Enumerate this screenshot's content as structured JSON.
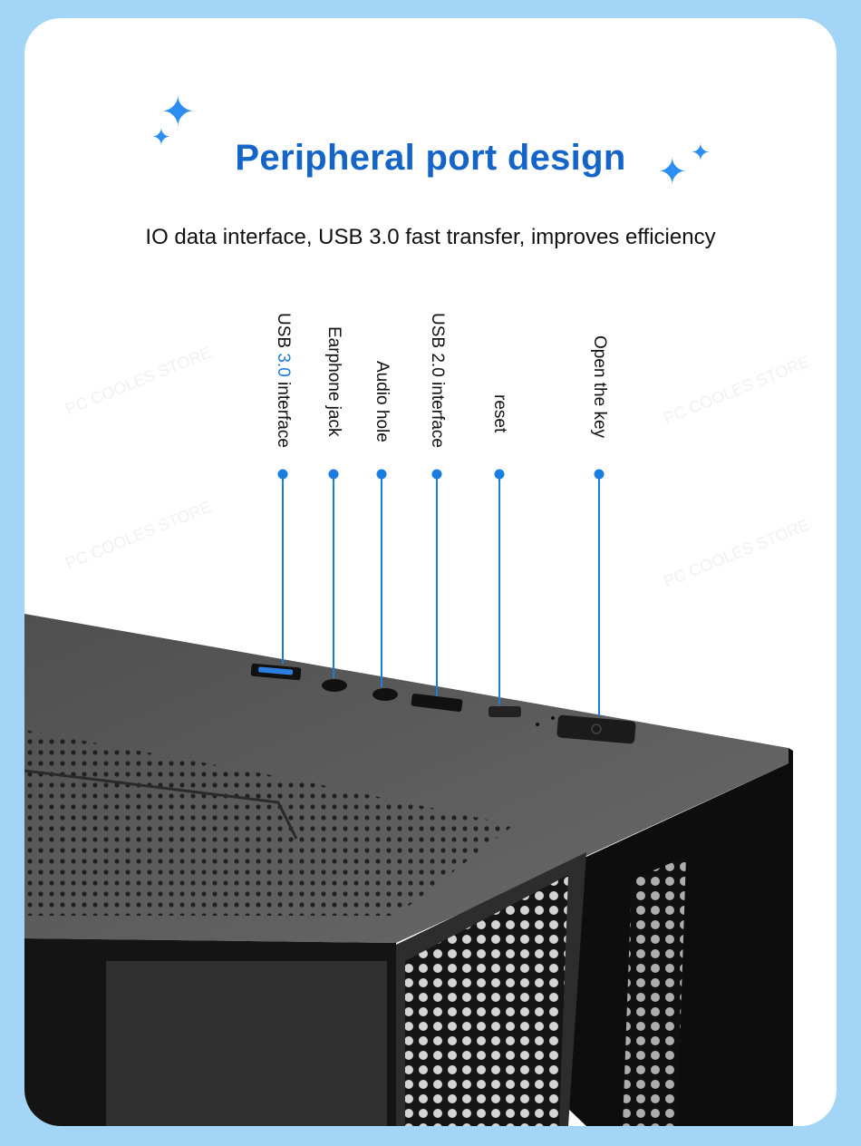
{
  "header": {
    "title": "Peripheral port design",
    "subtitle": "IO data interface, USB 3.0 fast transfer, improves efficiency"
  },
  "ports": [
    {
      "label_prefix": "USB ",
      "label_highlight": "3.0",
      "label_suffix": " interface"
    },
    {
      "label": "Earphone jack"
    },
    {
      "label": "Audio hole"
    },
    {
      "label": "USB 2.0 interface"
    },
    {
      "label": "reset"
    },
    {
      "label": "Open the key"
    }
  ],
  "watermark": "PC COOLES STORE",
  "colors": {
    "accent": "#1565c8",
    "line": "#1a7de0",
    "border": "#a3d6f6"
  }
}
